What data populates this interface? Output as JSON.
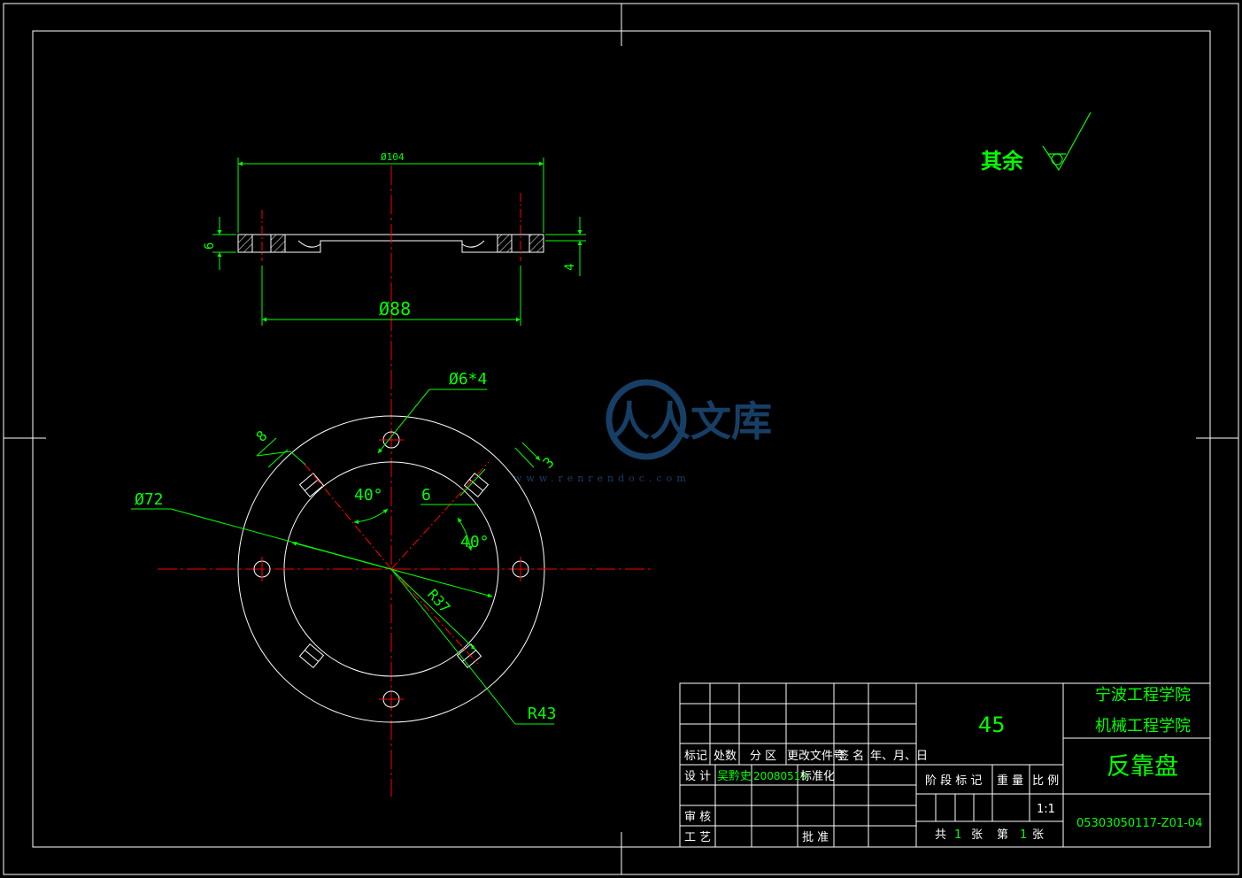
{
  "surface_note": {
    "label": "其余"
  },
  "dimensions": {
    "outer_diameter": "Ø104",
    "inner_diameter": "Ø88",
    "thickness": "6",
    "step_depth": "4",
    "hole_spec": "Ø6*4",
    "hole_circle": "Ø72",
    "inner_radius": "R37",
    "outer_radius": "R43",
    "angle_left": "40°",
    "angle_right": "40°",
    "slot_width": "8",
    "slot_depth": "3",
    "slot_length": "6"
  },
  "watermark": {
    "text": "人人文库",
    "url": "www.renrendoc.com"
  },
  "title_block": {
    "headers": {
      "mark": "标记",
      "count": "处数",
      "zone": "分 区",
      "doc_no": "更改文件号",
      "signature": "签 名",
      "date": "年、月、日"
    },
    "design_label": "设 计",
    "designer": "吴黔史",
    "design_date": "20080519",
    "standardize_label": "标准化",
    "review_label": "审 核",
    "process_label": "工 艺",
    "approve_label": "批 准",
    "material": "45",
    "stage_label": "阶 段 标 记",
    "weight_label": "重 量",
    "scale_label": "比 例",
    "scale": "1:1",
    "sheets_total_label": "共",
    "sheets_total": "1",
    "sheet_unit_1": "张",
    "sheet_no_label": "第",
    "sheet_no": "1",
    "sheet_unit_2": "张",
    "school": "宁波工程学院",
    "college": "机械工程学院",
    "part_name": "反靠盘",
    "drawing_no": "05303050117-Z01-04"
  }
}
